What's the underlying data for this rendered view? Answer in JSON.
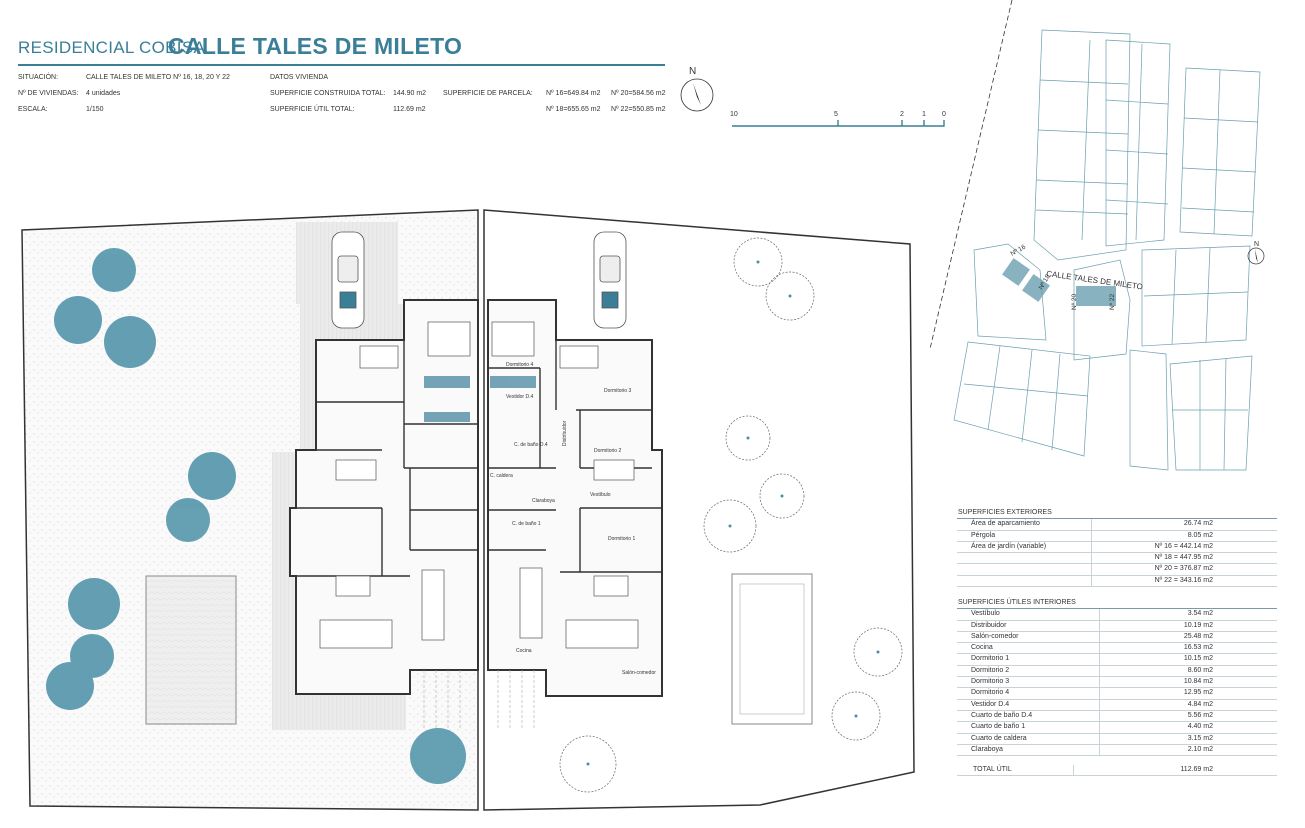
{
  "header": {
    "title_prefix": "RESIDENCIAL COBISA",
    "title_main": "CALLE TALES DE MILETO",
    "situacion_label": "SITUACIÓN:",
    "situacion_value": "CALLE TALES DE MILETO Nº 16, 18, 20 Y 22",
    "viviendas_label": "Nº DE VIVIENDAS:",
    "viviendas_value": "4 unidades",
    "escala_label": "ESCALA:",
    "escala_value": "1/150",
    "datos_label": "DATOS VIVIENDA",
    "sup_construida_label": "SUPERFICIE CONSTRUIDA TOTAL:",
    "sup_construida_value": "144.90 m2",
    "sup_util_label": "SUPERFICIE ÚTIL TOTAL:",
    "sup_util_value": "112.69 m2",
    "sup_parcela_label": "SUPERFICIE DE PARCELA:",
    "parcela_16": "Nº 16=649.84 m2",
    "parcela_20": "Nº 20=584.56 m2",
    "parcela_18": "Nº 18=655.65 m2",
    "parcela_22": "Nº 22=550.85 m2"
  },
  "compass": {
    "label": "N"
  },
  "scale_bar": {
    "ticks": [
      "10",
      "5",
      "2",
      "1",
      "0"
    ]
  },
  "site_plan": {
    "street_label": "CALLE TALES DE MILETO",
    "lot_labels": [
      "Nº 16",
      "Nº 18",
      "Nº 20",
      "Nº 22"
    ],
    "compass_label": "N"
  },
  "floor_plan": {
    "rooms": [
      "Dormitorio 4",
      "Dormitorio 3",
      "Vestidor D.4",
      "Distribuidor",
      "C. de baño D.4",
      "Dormitorio 2",
      "C. caldera",
      "Claraboya",
      "Vestíbulo",
      "C. de baño 1",
      "Dormitorio 1",
      "Cocina",
      "Salón-comedor"
    ]
  },
  "surfaces_exterior": {
    "header": "SUPERFICIES EXTERIORES",
    "rows": [
      {
        "label": "Área de aparcamiento",
        "value": "26.74 m2"
      },
      {
        "label": "Pérgola",
        "value": "8.05 m2"
      },
      {
        "label": "Área de jardín (variable)",
        "value": "Nº 16 = 442.14 m2"
      },
      {
        "label": "",
        "value": "Nº 18 = 447.95 m2"
      },
      {
        "label": "",
        "value": "Nº 20 = 376.87 m2"
      },
      {
        "label": "",
        "value": "Nº 22 = 343.16 m2"
      }
    ]
  },
  "surfaces_interior": {
    "header": "SUPERFICIES ÚTILES INTERIORES",
    "rows": [
      {
        "label": "Vestíbulo",
        "value": "3.54 m2"
      },
      {
        "label": "Distribuidor",
        "value": "10.19 m2"
      },
      {
        "label": "Salón-comedor",
        "value": "25.48 m2"
      },
      {
        "label": "Cocina",
        "value": "16.53 m2"
      },
      {
        "label": "Dormitorio 1",
        "value": "10.15 m2"
      },
      {
        "label": "Dormitorio 2",
        "value": "8.60 m2"
      },
      {
        "label": "Dormitorio 3",
        "value": "10.84 m2"
      },
      {
        "label": "Dormitorio 4",
        "value": "12.95 m2"
      },
      {
        "label": "Vestidor D.4",
        "value": "4.84 m2"
      },
      {
        "label": "Cuarto de baño D.4",
        "value": "5.56 m2"
      },
      {
        "label": "Cuarto de baño 1",
        "value": "4.40 m2"
      },
      {
        "label": "Cuarto de caldera",
        "value": "3.15 m2"
      },
      {
        "label": "Claraboya",
        "value": "2.10 m2"
      }
    ],
    "total_label": "TOTAL ÚTIL",
    "total_value": "112.69 m2"
  },
  "colors": {
    "accent": "#3a7f97",
    "tree": "#4a8fa6",
    "wall": "#333333"
  }
}
